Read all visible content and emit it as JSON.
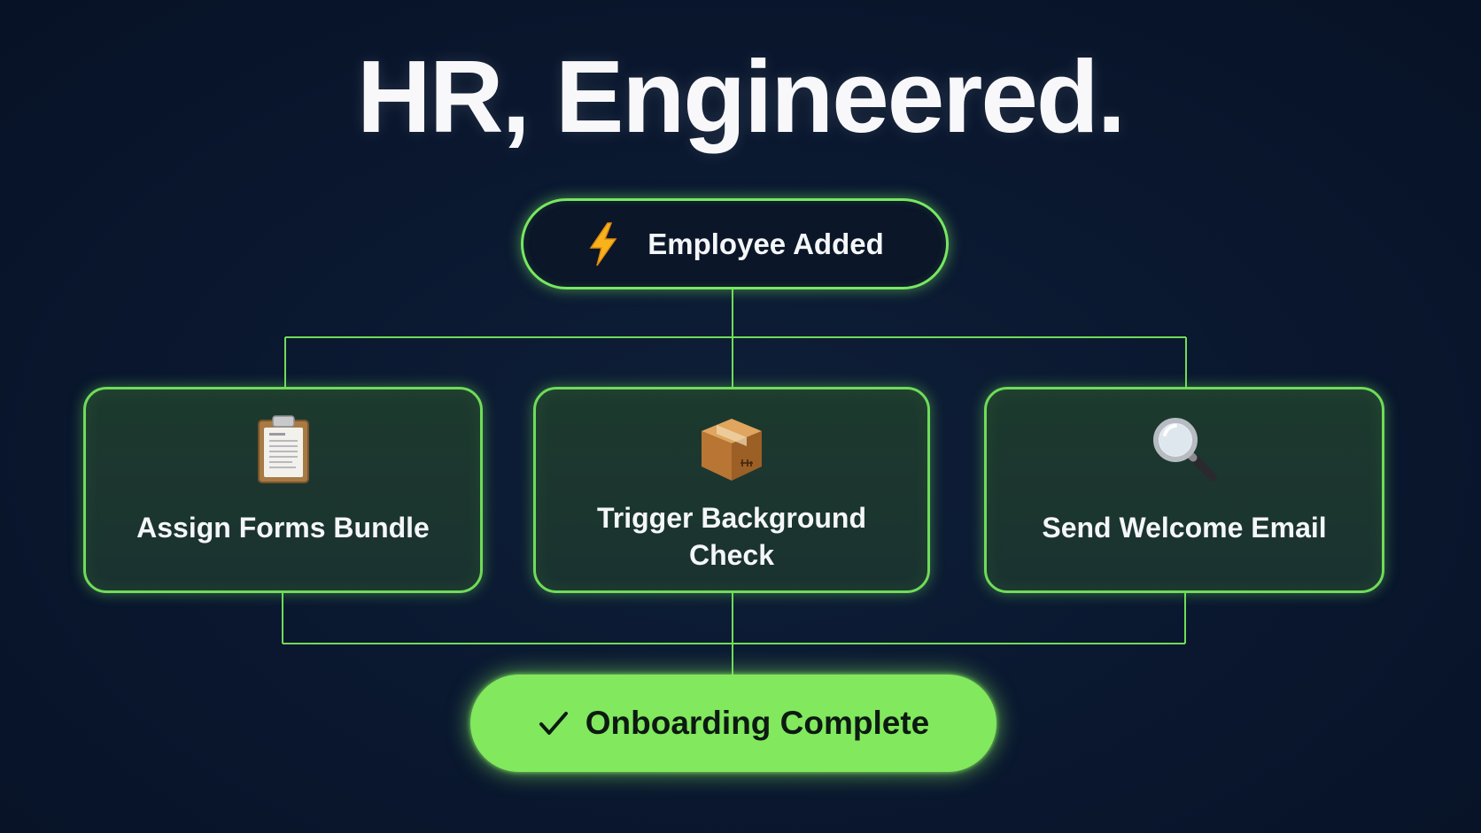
{
  "headline": "HR, Engineered.",
  "trigger": {
    "label": "Employee Added",
    "icon": "lightning-bolt-icon"
  },
  "steps": [
    {
      "label": "Assign Forms Bundle",
      "icon": "clipboard-icon"
    },
    {
      "label": "Trigger Background Check",
      "icon": "package-icon"
    },
    {
      "label": "Send Welcome Email",
      "icon": "magnifying-glass-icon"
    }
  ],
  "result": {
    "label": "Onboarding Complete",
    "icon": "checkmark-icon"
  },
  "colors": {
    "background": "#0a1830",
    "accent": "#78e860",
    "result_fill": "#82e85e"
  }
}
